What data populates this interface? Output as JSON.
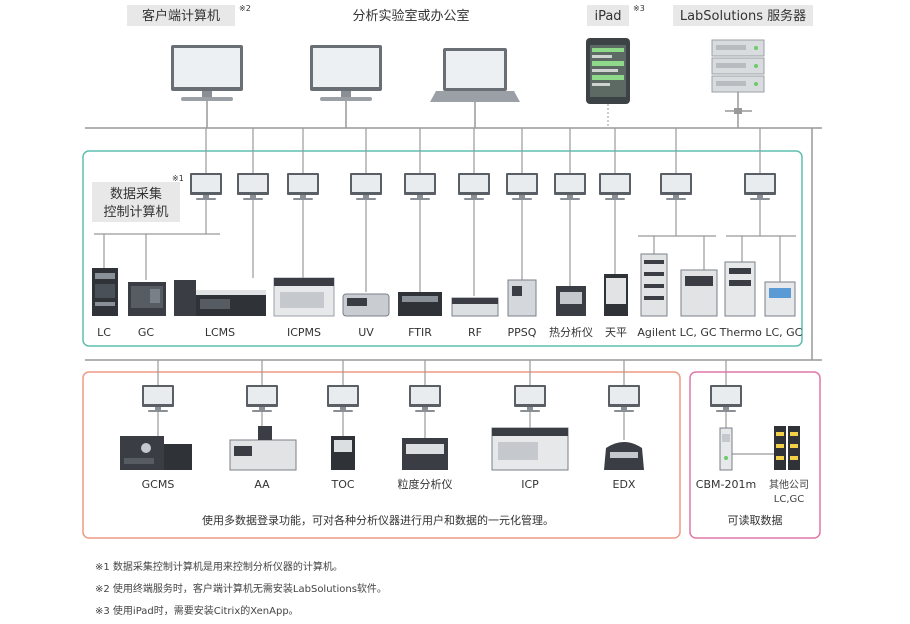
{
  "header": {
    "client_pc": "客户端计算机",
    "client_pc_mark": "※2",
    "lab_office": "分析实验室或办公室",
    "ipad": "iPad",
    "ipad_mark": "※3",
    "server": "LabSolutions 服务器"
  },
  "acquisition": {
    "title_line1": "数据采集",
    "title_line2": "控制计算机",
    "mark": "※1",
    "instruments": [
      "LC",
      "GC",
      "LCMS",
      "ICPMS",
      "UV",
      "FTIR",
      "RF",
      "PPSQ",
      "热分析仪",
      "天平",
      "Agilent LC, GC",
      "Thermo LC, GC"
    ]
  },
  "multi_login": {
    "instruments": [
      "GCMS",
      "AA",
      "TOC",
      "粒度分析仪",
      "ICP",
      "EDX"
    ],
    "caption": "使用多数据登录功能，可对各种分析仪器进行用户和数据的一元化管理。"
  },
  "readable": {
    "instrument1": "CBM-201m",
    "instrument2_line1": "其他公司",
    "instrument2_line2": "LC,GC",
    "caption": "可读取数据"
  },
  "notes": [
    "※1  数据采集控制计算机是用来控制分析仪器的计算机。",
    "※2  使用终端服务时，客户端计算机无需安装LabSolutions软件。",
    "※3  使用iPad时，需要安装Citrix的XenApp。"
  ],
  "colors": {
    "teal": "#5dbfb0",
    "salmon": "#ee9a86",
    "pink": "#e277a8",
    "line": "#999999",
    "label_bg": "#e8e8e8"
  }
}
